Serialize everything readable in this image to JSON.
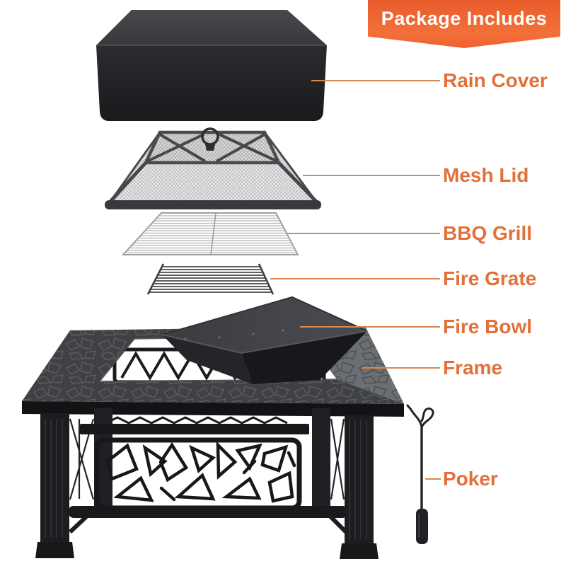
{
  "banner": {
    "title": "Package Includes"
  },
  "labels": [
    {
      "id": "rain-cover",
      "text": "Rain Cover"
    },
    {
      "id": "mesh-lid",
      "text": "Mesh Lid"
    },
    {
      "id": "bbq-grill",
      "text": "BBQ Grill"
    },
    {
      "id": "fire-grate",
      "text": "Fire Grate"
    },
    {
      "id": "fire-bowl",
      "text": "Fire Bowl"
    },
    {
      "id": "frame",
      "text": "Frame"
    },
    {
      "id": "poker",
      "text": "Poker"
    }
  ],
  "theme": {
    "accent": "#e2703a",
    "leader": "#d8884e",
    "banner-top": "#e95c2b",
    "banner-mid": "#f3703a",
    "banner-bottom": "#ef6130"
  }
}
